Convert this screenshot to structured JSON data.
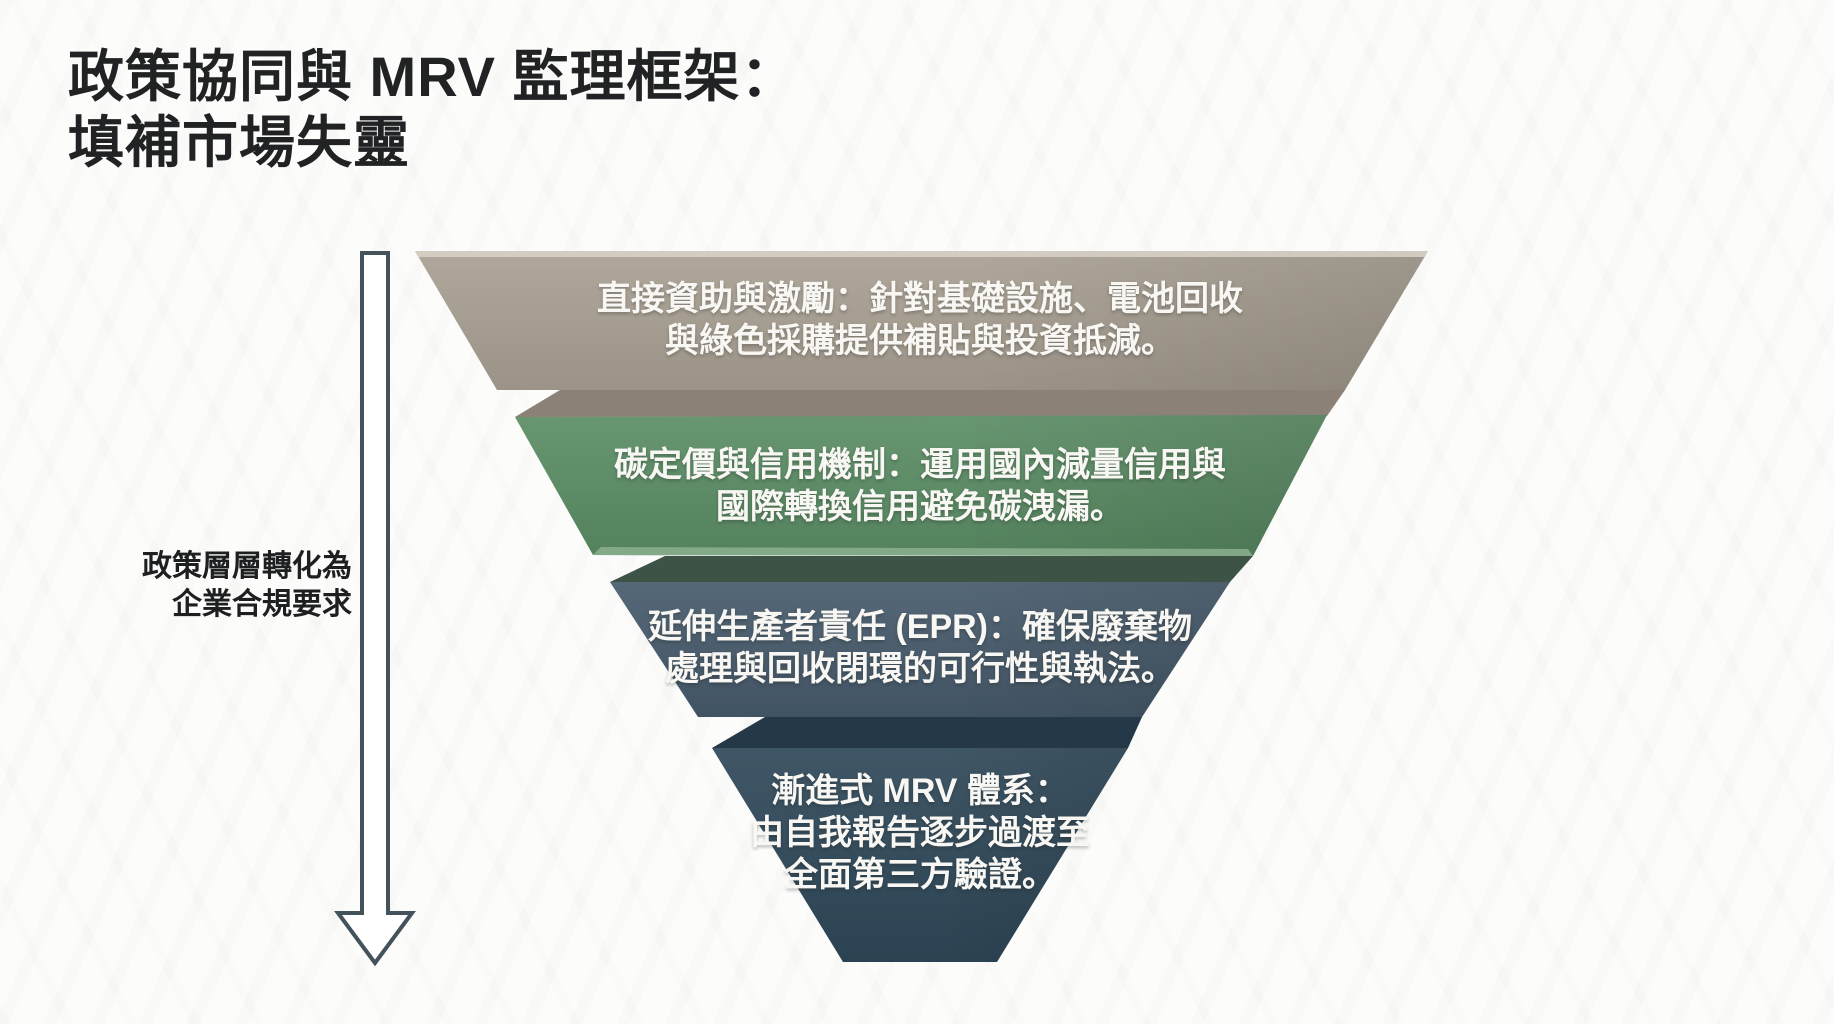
{
  "page": {
    "background_color": "#fcfcfb"
  },
  "title": {
    "line1": "政策協同與 MRV 監理框架：",
    "line2": "填補市場失靈",
    "color": "#202224"
  },
  "side_label": {
    "line1": "政策層層轉化為",
    "line2": "企業合規要求"
  },
  "arrow": {
    "direction": "down",
    "outline_color": "#44525b",
    "fill_color": "#ffffff"
  },
  "chart_data": {
    "type": "funnel",
    "title": "政策協同與 MRV 監理框架：填補市場失靈",
    "annotation": "政策層層轉化為企業合規要求",
    "orientation": "inverted-pyramid, 4 levels, narrowing downward",
    "levels": [
      {
        "rank": 1,
        "color": "#a9a093",
        "highlight_color": "#d8d2c8",
        "text": "直接資助與激勵：針對基礎設施、電池回收與綠色採購提供補貼與投資抵減。",
        "lines": [
          "直接資助與激勵：針對基礎設施、電池回收",
          "與綠色採購提供補貼與投資抵減。"
        ]
      },
      {
        "rank": 2,
        "color": "#5b8d65",
        "fold_color": "#8b8177",
        "highlight_color": "#8eb393",
        "text": "碳定價與信用機制：運用國內減量信用與國際轉換信用避免碳洩漏。",
        "lines": [
          "碳定價與信用機制：運用國內減量信用與",
          "國際轉換信用避免碳洩漏。"
        ]
      },
      {
        "rank": 3,
        "color": "#475b6c",
        "fold_color": "#3c5346",
        "text": "延伸生產者責任 (EPR)：確保廢棄物處理與回收閉環的可行性與執法。",
        "lines": [
          "延伸生產者責任 (EPR)：確保廢棄物",
          "處理與回收閉環的可行性與執法。"
        ]
      },
      {
        "rank": 4,
        "color": "#2f4859",
        "fold_color": "#243847",
        "text": "漸進式 MRV 體系：由自我報告逐步過渡至全面第三方驗證。",
        "lines": [
          "漸進式 MRV 體系：",
          "由自我報告逐步過渡至",
          "全面第三方驗證。"
        ]
      }
    ]
  }
}
